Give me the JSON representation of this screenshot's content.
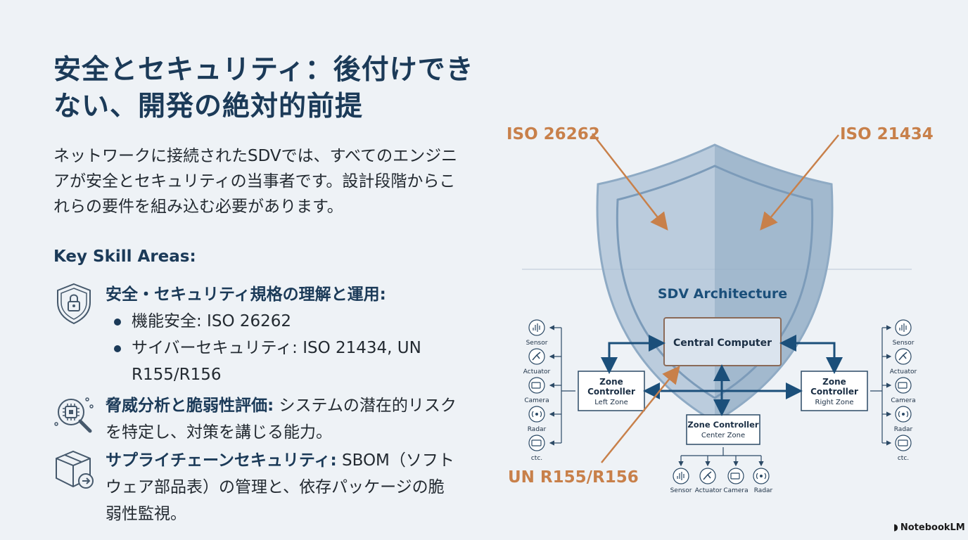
{
  "title": "安全とセキュリティ：後付けできない、開発の絶対的前提",
  "intro": "ネットワークに接続されたSDVでは、すべてのエンジニアが安全とセキュリティの当事者です。設計段階からこれらの要件を組み込む必要があります。",
  "skills_heading": "Key Skill Areas:",
  "skills": [
    {
      "icon": "shield-lock-icon",
      "label": "安全・セキュリティ規格の理解と運用:",
      "bullets": [
        "機能安全: ISO 26262",
        "サイバーセキュリティ: ISO 21434, UN R155/R156"
      ]
    },
    {
      "icon": "chip-magnifier-icon",
      "label": "脅威分析と脆弱性評価:",
      "text": " システムの潜在的リスクを特定し、対策を講じる能力。"
    },
    {
      "icon": "package-icon",
      "label": "サプライチェーンセキュリティ:",
      "text": " SBOM（ソフトウェア部品表）の管理と、依存パッケージの脆弱性監視。"
    }
  ],
  "diagram": {
    "callouts": {
      "top_left": "ISO 26262",
      "top_right": "ISO 21434",
      "bottom": "UN R155/R156"
    },
    "architecture_title": "SDV Architecture",
    "central": "Central Computer",
    "left_zone": {
      "title_line1": "Zone",
      "title_line2": "Controller",
      "sub": "Left Zone"
    },
    "right_zone": {
      "title_line1": "Zone",
      "title_line2": "Controller",
      "sub": "Right Zone"
    },
    "center_zone": {
      "title": "Zone Controller",
      "sub": "Center Zone"
    },
    "left_devices": [
      "Sensor",
      "Actuator",
      "Camera",
      "Radar",
      "ctc."
    ],
    "right_devices": [
      "Sensor",
      "Actuator",
      "Camera",
      "Radar",
      "ctc."
    ],
    "bottom_devices": [
      "Sensor",
      "Actuator",
      "Camera",
      "Radar"
    ]
  },
  "colors": {
    "navy": "#1b3a58",
    "orange": "#c8804a",
    "shield": "#9fb6cd",
    "box_border_central": "#8a6a58"
  },
  "watermark": "NotebookLM"
}
